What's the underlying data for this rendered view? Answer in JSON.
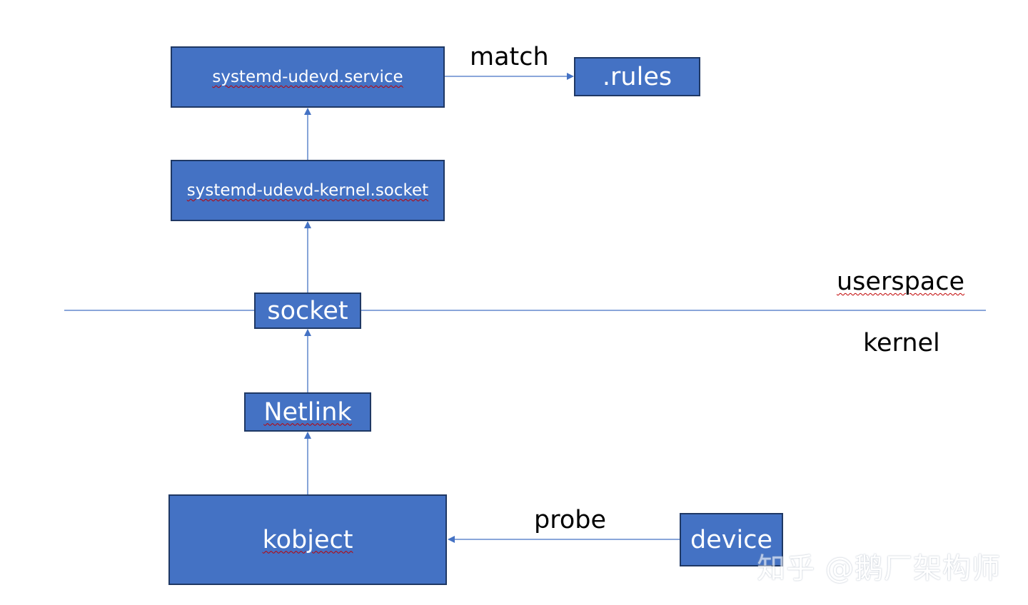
{
  "nodes": {
    "service": "systemd-udevd.service",
    "rules": ".rules",
    "kernel_socket": "systemd-udevd-kernel.socket",
    "socket": "socket",
    "netlink": "Netlink",
    "kobject": "kobject",
    "device": "device"
  },
  "edge_labels": {
    "match": "match",
    "probe": "probe"
  },
  "regions": {
    "userspace": "userspace",
    "kernel": "kernel"
  },
  "watermark": "知乎 @鹅厂架构师",
  "colors": {
    "box_fill": "#4472c4",
    "box_border": "#1f3864",
    "connector": "#4472c4"
  }
}
